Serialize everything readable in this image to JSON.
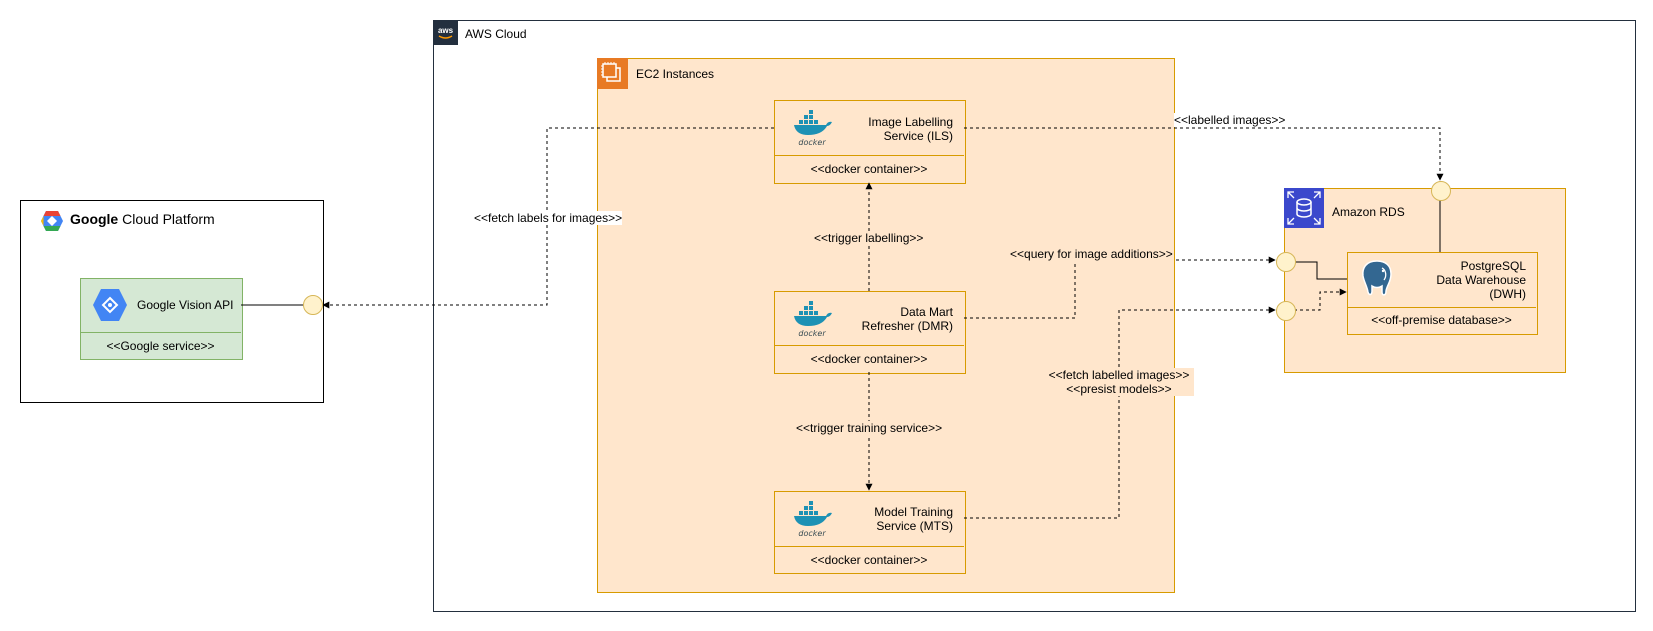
{
  "gcp": {
    "title_bold": "Google",
    "title_rest": " Cloud Platform",
    "service": {
      "name": "Google Vision API",
      "stereotype": "<<Google service>>"
    }
  },
  "aws": {
    "title": "AWS Cloud",
    "ec2": {
      "title": "EC2 Instances",
      "ils": {
        "name_line1": "Image Labelling",
        "name_line2": "Service (ILS)",
        "stereotype": "<<docker container>>",
        "logo": "docker"
      },
      "dmr": {
        "name_line1": "Data Mart",
        "name_line2": "Refresher (DMR)",
        "stereotype": "<<docker container>>",
        "logo": "docker"
      },
      "mts": {
        "name_line1": "Model Training",
        "name_line2": "Service (MTS)",
        "stereotype": "<<docker container>>",
        "logo": "docker"
      }
    },
    "rds": {
      "title": "Amazon RDS",
      "dwh": {
        "name_line1": "PostgreSQL",
        "name_line2": "Data Warehouse",
        "name_line3": "(DWH)",
        "stereotype": "<<off-premise database>>"
      }
    }
  },
  "edges": {
    "fetch_labels": "<<fetch labels for images>>",
    "labelled_images": "<<labelled images>>",
    "trigger_labelling": "<<trigger labelling>>",
    "query_additions": "<<query for image additions>>",
    "fetch_labelled_line1": "<<fetch labelled images>>",
    "fetch_labelled_line2": "<<presist models>>",
    "trigger_training": "<<trigger training service>>"
  },
  "colors": {
    "aws_fill": "#ffe6cc",
    "aws_stroke": "#d79b00",
    "google_fill": "#d5e8d4",
    "google_stroke": "#82b366",
    "port_fill": "#fff2cc",
    "docker_blue": "#1d91b4",
    "rds_blue": "#3b48cc",
    "ec2_orange": "#e87a24"
  }
}
